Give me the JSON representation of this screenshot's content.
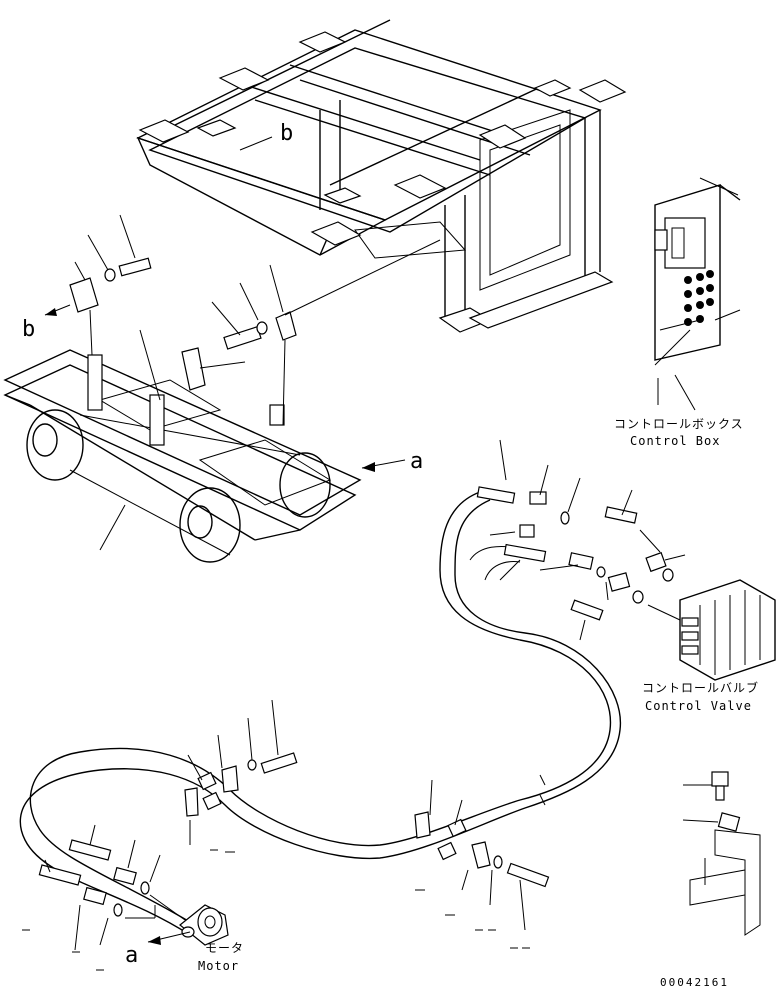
{
  "labels": {
    "ref_b_frame": "b",
    "ref_b_bracket": "b",
    "ref_a_conveyor": "a",
    "ref_a_motor": "a",
    "control_box_jp": "コントロールボックス",
    "control_box_en": "Control Box",
    "control_valve_jp": "コントロールバルブ",
    "control_valve_en": "Control Valve",
    "motor_jp": "モータ",
    "motor_en": "Motor",
    "part_id": "00042161"
  }
}
